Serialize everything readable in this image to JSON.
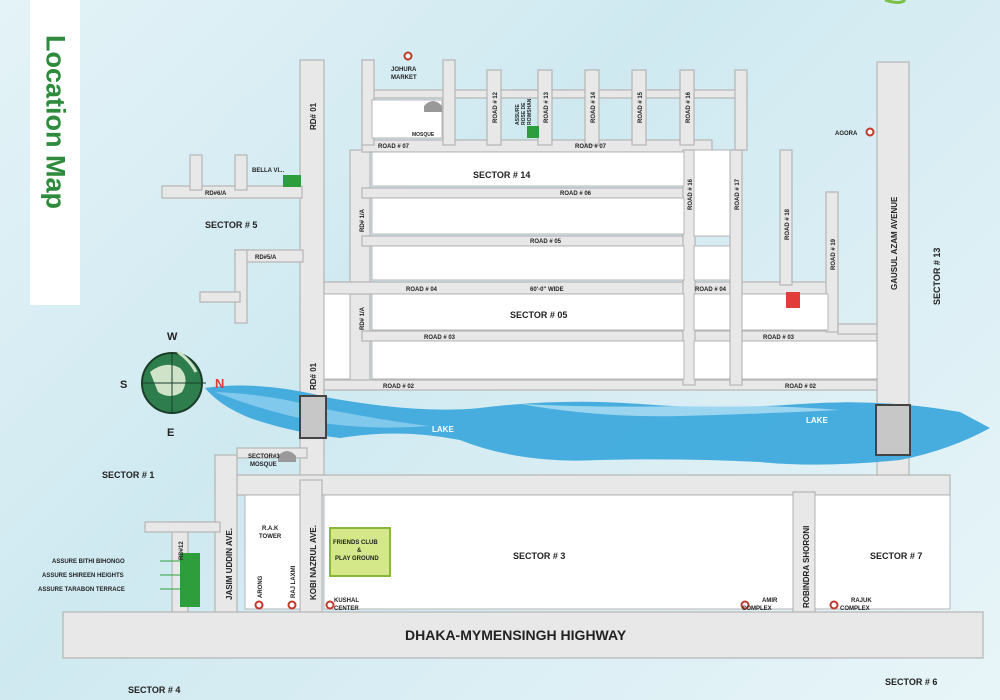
{
  "title": "Location Map",
  "colors": {
    "accent_green": "#7ac143",
    "water": "#3aa7dc",
    "marker_red": "#e33a3a",
    "building_green": "#2e9e3d",
    "poi_ring": "#c0392b"
  },
  "compass": {
    "north": "N",
    "south": "S",
    "east": "E",
    "west": "W"
  },
  "highway": "DHAKA-MYMENSINGH HIGHWAY",
  "sectors": {
    "s14": "SECTOR # 14",
    "s5": "SECTOR # 5",
    "s05": "SECTOR # 05",
    "s13": "SECTOR # 13",
    "s1": "SECTOR # 1",
    "s3": "SECTOR # 3",
    "s7": "SECTOR # 7",
    "s4": "SECTOR # 4",
    "s6": "SECTOR # 6",
    "s3mosque": "SECTOR#3",
    "s3mosque2": "MOSQUE"
  },
  "roads": {
    "rd01_top": "RD# 01",
    "rd01_bottom": "RD# 01",
    "rd1a_top": "RD# 1/A",
    "rd1a_bottom": "RD# 1/A",
    "road07_left": "ROAD # 07",
    "road07_right": "ROAD # 07",
    "road06": "ROAD # 06",
    "road05": "ROAD # 05",
    "road04_left": "ROAD # 04",
    "road04_right": "ROAD # 04",
    "wide": "60'-0\" WIDE",
    "road03_left": "ROAD # 03",
    "road03_right": "ROAD # 03",
    "road02_left": "ROAD # 02",
    "road02_right": "ROAD # 02",
    "rd6a": "RD#6/A",
    "rd5a": "RD#5/A",
    "road12": "ROAD # 12",
    "road13": "ROAD # 13",
    "road14": "ROAD # 14",
    "road15": "ROAD # 15",
    "road16_top": "ROAD # 16",
    "road16_mid": "ROAD # 16",
    "road17": "ROAD # 17",
    "road18": "ROAD # 18",
    "road19": "ROAD # 19",
    "rd12_bottom": "RD#12",
    "gausul": "GAUSUL AZAM AVENUE",
    "jasim": "JASIM UDDIN AVE.",
    "kobi": "KOBI NAZRUL AVE.",
    "robindra": "ROBINDRA SHORONI"
  },
  "lake": {
    "left": "LAKE",
    "right": "LAKE"
  },
  "places": {
    "johura1": "JOHURA",
    "johura2": "MARKET",
    "mosque": "MOSQUE",
    "assure_rose1": "ASSURE",
    "assure_rose2": "ROSE DE",
    "assure_rose3": "ROWSHAN",
    "bella": "BELLA VI...",
    "agora": "AGORA",
    "rak1": "R.A.K",
    "rak2": "TOWER",
    "arong": "ARONG",
    "rajlaxmi": "RAJ LAXMI",
    "kushal1": "KUSHAL",
    "kushal2": "CENTER",
    "friends1": "FRIENDS CLUB",
    "friends2": "&",
    "friends3": "PLAY GROUND",
    "amir1": "AMIR",
    "amir2": "COMPLEX",
    "rajuk1": "RAJUK",
    "rajuk2": "COMPLEX",
    "bithi": "ASSURE BITHI BIHONGO",
    "shireen": "ASSURE SHIREEN HEIGHTS",
    "tarabon": "ASSURE TARABON TERRACE"
  }
}
